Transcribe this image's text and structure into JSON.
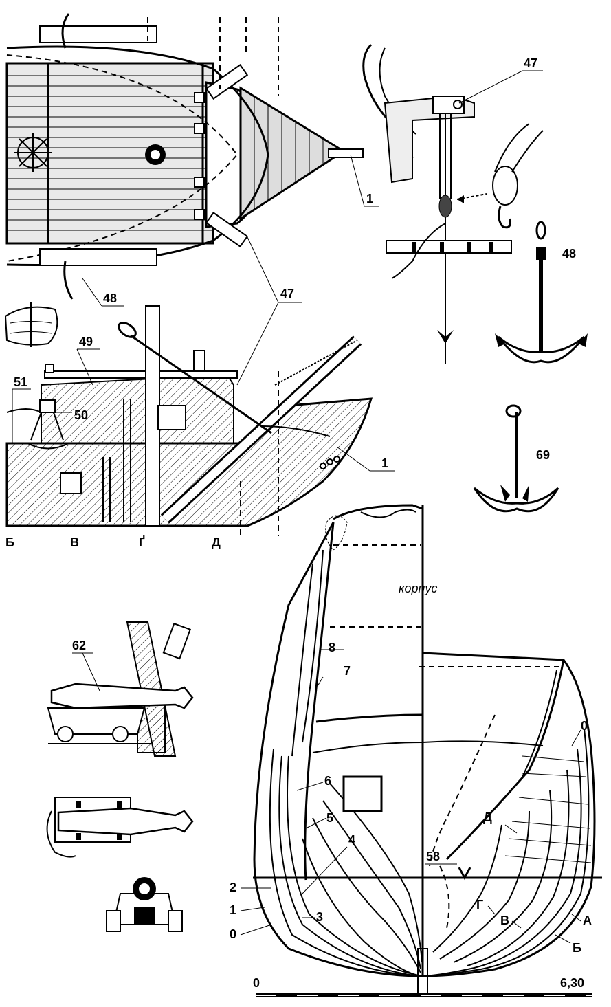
{
  "labels": {
    "l_1_top": "1",
    "l_48_top": "48",
    "l_47_mid": "47",
    "l_47_right": "47",
    "l_48_right": "48",
    "l_49": "49",
    "l_51": "51",
    "l_50": "50",
    "l_1_mid": "1",
    "l_69": "69",
    "station_b": "Б",
    "station_v": "В",
    "station_g": "Ґ",
    "station_d": "Д",
    "korpus": "корпус",
    "l_62": "62",
    "l_8": "8",
    "l_7": "7",
    "l_6": "6",
    "l_5": "5",
    "l_4": "4",
    "l_2": "2",
    "l_1_hull": "1",
    "l_0_left": "0",
    "l_3": "3",
    "l_0_right": "0",
    "l_D_right": "Д",
    "l_58": "58",
    "l_G_right": "Г",
    "l_V_right": "В",
    "l_A_right": "А",
    "l_B_right": "Б",
    "scale_0": "0",
    "scale_end": "6,30"
  }
}
